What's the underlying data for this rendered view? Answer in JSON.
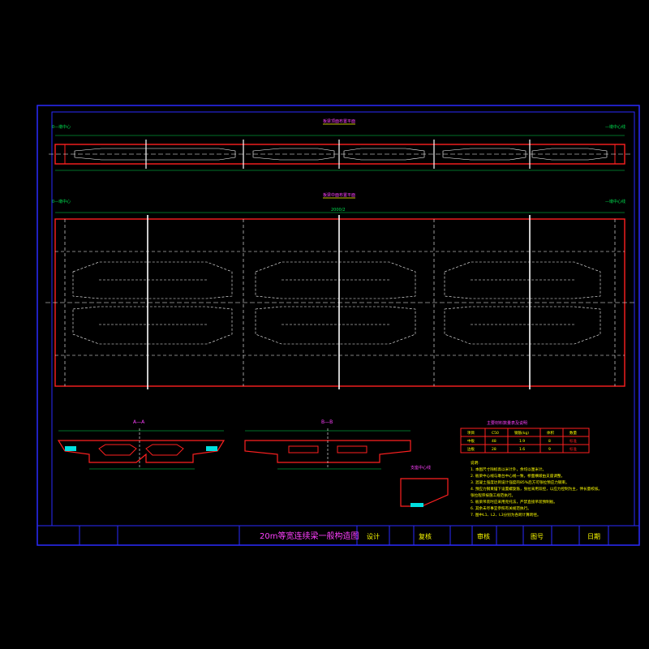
{
  "drawing": {
    "title": "20m等宽连续梁一般构造图",
    "plan_top_title": "板梁顶面布置平面",
    "plan_mid_title": "板梁中面布置平面",
    "section_aa_title": "A—A",
    "section_bb_title": "B—B",
    "detail_title": "支座中心线",
    "table_title": "主要材料数量表及说明",
    "notes_title": "说明:",
    "left_pier_label": "0—墩中心",
    "right_pier_label": "—墩中心线",
    "total_length_label": "2000/2"
  },
  "title_block": {
    "cells": [
      "设计",
      "复核",
      "审核",
      "图号",
      "日期"
    ]
  },
  "table": {
    "rows": [
      [
        "项目",
        "C50",
        "钢筋(kg)",
        "体积",
        "数量"
      ],
      [
        "中板",
        "48",
        "1.9",
        "8",
        "标准"
      ],
      [
        "边板",
        "28",
        "1.6",
        "9",
        "标准"
      ]
    ]
  },
  "notes": [
    "1. 本图尺寸除标高以米计外，余均以厘米计。",
    "2. 板梁中心线与墩台中心线一致，桥面横坡由支座调整。",
    "3. 混凝土强度达到设计强度的85%后方可张拉预应力钢束。",
    "4. 预应力钢束锚下设置螺旋筋，张拉采用双控，以应力控制为主，伸长量校核。",
    "   张拉程序按施工规范执行。",
    "5. 板梁吊装时应采用兜托法，严禁直接吊装预制板。",
    "6. 其余未尽事宜参照有关规范执行。",
    "7. 图中L1、L2、L3分别为各跨计算跨径。"
  ],
  "colors": {
    "frame": "#2a2aff",
    "red": "#ff2020",
    "white": "#ffffff",
    "green": "#00e050",
    "cyan": "#00e0e0",
    "yellow": "#ffff00",
    "magenta": "#ff40ff"
  }
}
